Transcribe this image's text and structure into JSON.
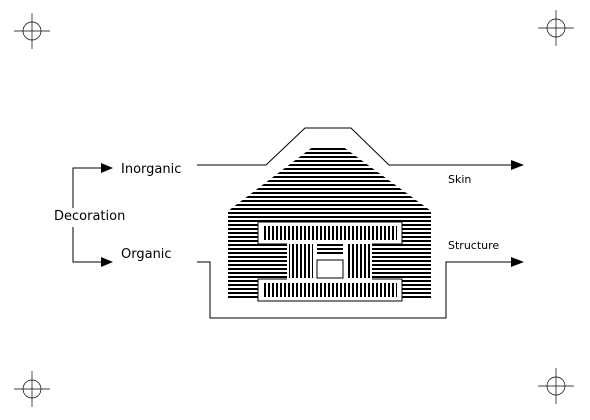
{
  "diagram": {
    "root_label": "Decoration",
    "branches": [
      {
        "label": "Inorganic",
        "outcome": "Skin"
      },
      {
        "label": "Organic",
        "outcome": "Structure"
      }
    ]
  },
  "colors": {
    "ink": "#000000",
    "background": "#ffffff"
  }
}
